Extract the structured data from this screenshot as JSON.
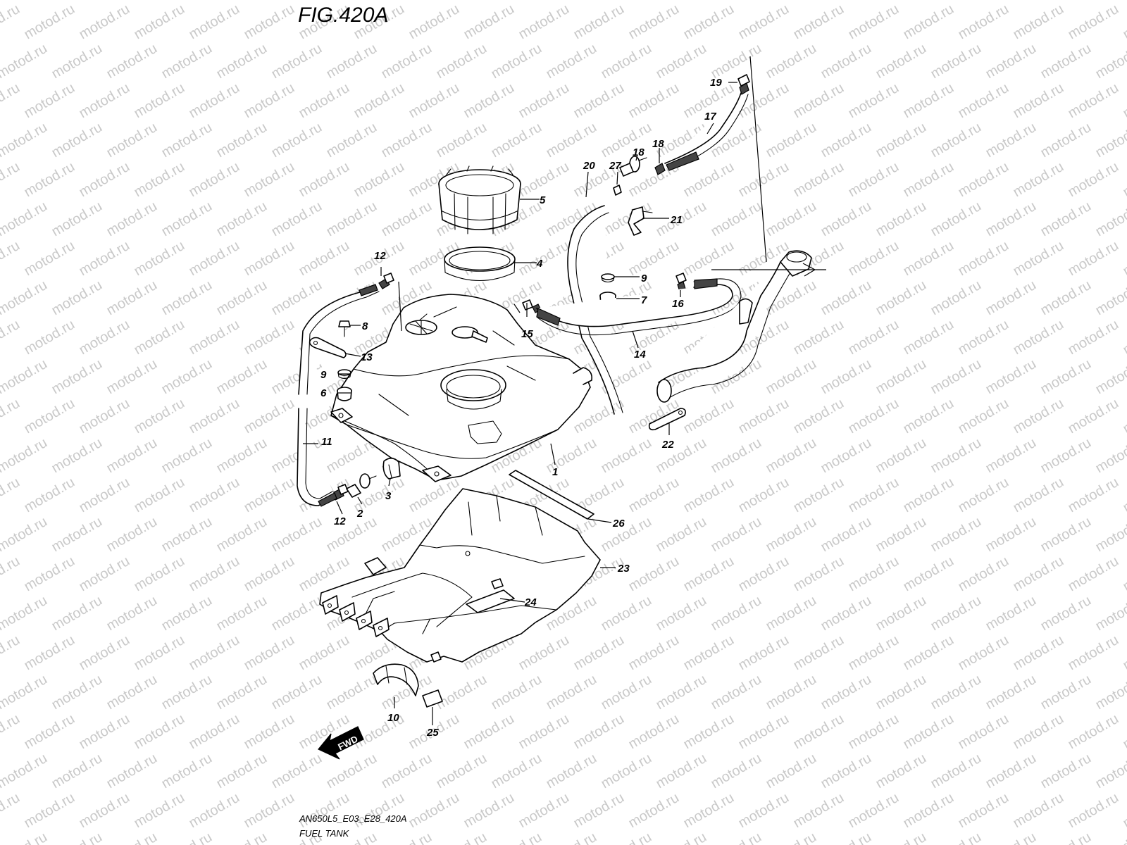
{
  "figure": {
    "title": "FIG.420A",
    "code": "AN650L5_E03_E28_420A",
    "name": "FUEL TANK"
  },
  "watermark": "motod.ru",
  "fwd_label": "FWD",
  "callouts": [
    {
      "id": "c1",
      "num": "1"
    },
    {
      "id": "c2",
      "num": "2"
    },
    {
      "id": "c3",
      "num": "3"
    },
    {
      "id": "c4",
      "num": "4"
    },
    {
      "id": "c5",
      "num": "5"
    },
    {
      "id": "c6",
      "num": "6"
    },
    {
      "id": "c7",
      "num": "7"
    },
    {
      "id": "c8",
      "num": "8"
    },
    {
      "id": "c9a",
      "num": "9"
    },
    {
      "id": "c9b",
      "num": "9"
    },
    {
      "id": "c10",
      "num": "10"
    },
    {
      "id": "c11",
      "num": "11"
    },
    {
      "id": "c12a",
      "num": "12"
    },
    {
      "id": "c12b",
      "num": "12"
    },
    {
      "id": "c13",
      "num": "13"
    },
    {
      "id": "c14",
      "num": "14"
    },
    {
      "id": "c15",
      "num": "15"
    },
    {
      "id": "c16",
      "num": "16"
    },
    {
      "id": "c17",
      "num": "17"
    },
    {
      "id": "c18a",
      "num": "18"
    },
    {
      "id": "c18b",
      "num": "18"
    },
    {
      "id": "c19",
      "num": "19"
    },
    {
      "id": "c20",
      "num": "20"
    },
    {
      "id": "c21",
      "num": "21"
    },
    {
      "id": "c22",
      "num": "22"
    },
    {
      "id": "c23",
      "num": "23"
    },
    {
      "id": "c24",
      "num": "24"
    },
    {
      "id": "c25",
      "num": "25"
    },
    {
      "id": "c26",
      "num": "26"
    },
    {
      "id": "c27",
      "num": "27"
    }
  ]
}
